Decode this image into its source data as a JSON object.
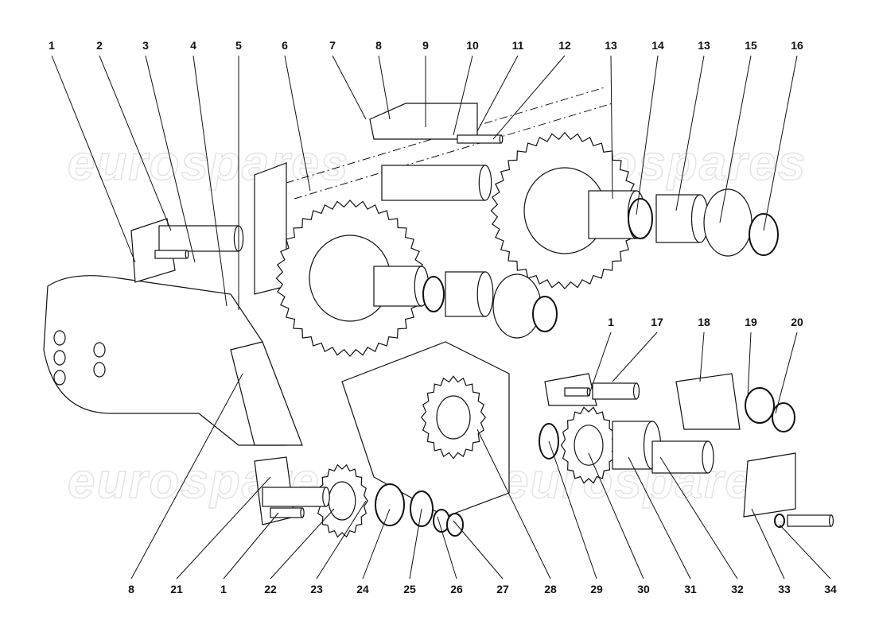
{
  "watermark": "eurospares",
  "colors": {
    "line": "#111111",
    "watermark": "#e4e4e4",
    "background": "#ffffff"
  },
  "callouts": {
    "top": [
      "1",
      "2",
      "3",
      "4",
      "5",
      "6",
      "7",
      "8",
      "9",
      "10",
      "11",
      "12",
      "13",
      "14",
      "13",
      "15",
      "16"
    ],
    "middle": [
      "1",
      "17",
      "18",
      "19",
      "20"
    ],
    "bottom": [
      "8",
      "21",
      "1",
      "22",
      "23",
      "24",
      "25",
      "26",
      "27",
      "28",
      "29",
      "30",
      "31",
      "32",
      "33",
      "34"
    ]
  }
}
